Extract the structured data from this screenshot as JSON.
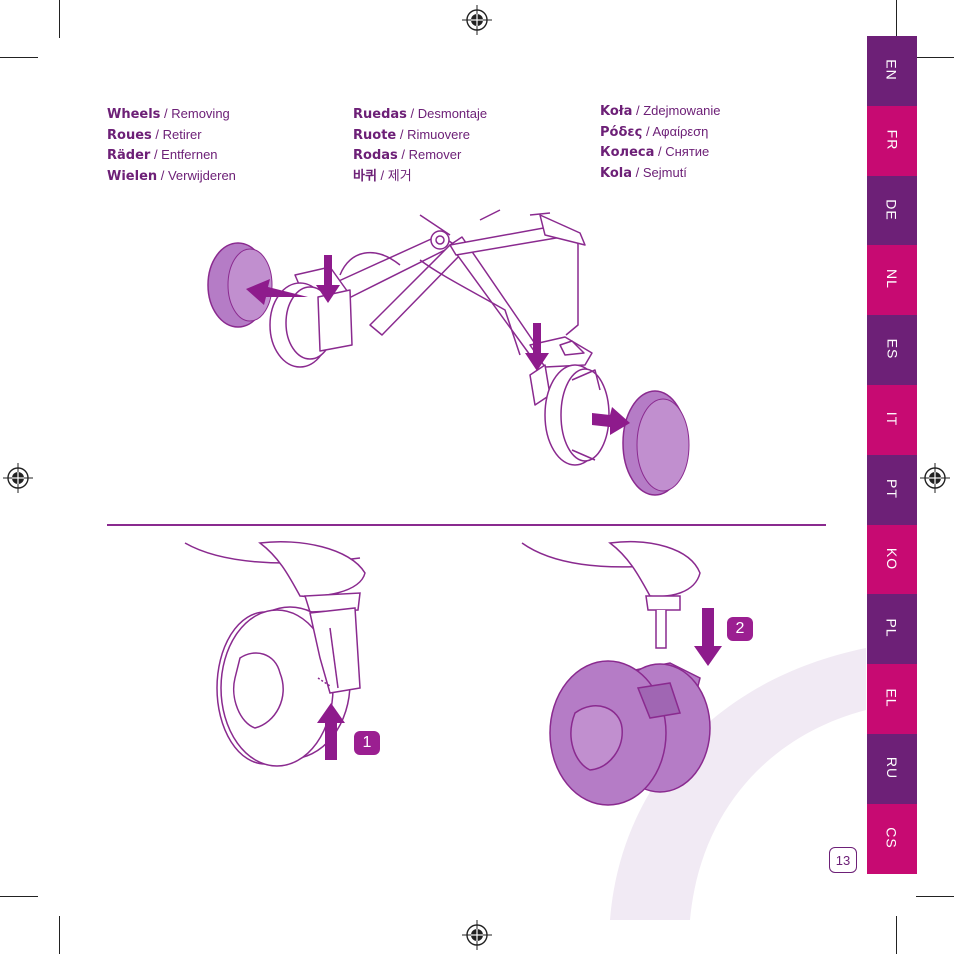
{
  "colors": {
    "accent_dark": "#6d2077",
    "accent_pink": "#c70a72",
    "wheel_fill": "#b57cc6",
    "line": "#8a2a8f",
    "arrow": "#8e1b8c"
  },
  "columns": [
    [
      {
        "bold": "Wheels",
        "rest": " / Removing"
      },
      {
        "bold": "Roues",
        "rest": " / Retirer"
      },
      {
        "bold": "Räder",
        "rest": " / Entfernen"
      },
      {
        "bold": "Wielen",
        "rest": " / Verwijderen"
      }
    ],
    [
      {
        "bold": "Ruedas",
        "rest": " / Desmontaje"
      },
      {
        "bold": "Ruote",
        "rest": " / Rimuovere"
      },
      {
        "bold": "Rodas",
        "rest": " / Remover"
      },
      {
        "bold": "바퀴",
        "rest": " / 제거"
      }
    ],
    [
      {
        "bold": "Koła",
        "rest": " / Zdejmowanie"
      },
      {
        "bold": "Ρόδες",
        "rest": " / Αφαίρεση"
      },
      {
        "bold": "Колеса",
        "rest": " / Снятие"
      },
      {
        "bold": "Kola",
        "rest": " / Sejmutí"
      }
    ]
  ],
  "tabs": [
    "EN",
    "FR",
    "DE",
    "NL",
    "ES",
    "IT",
    "PT",
    "KO",
    "PL",
    "EL",
    "RU",
    "CS"
  ],
  "page_number": "13",
  "step_badges": {
    "step1": "1",
    "step2": "2"
  }
}
